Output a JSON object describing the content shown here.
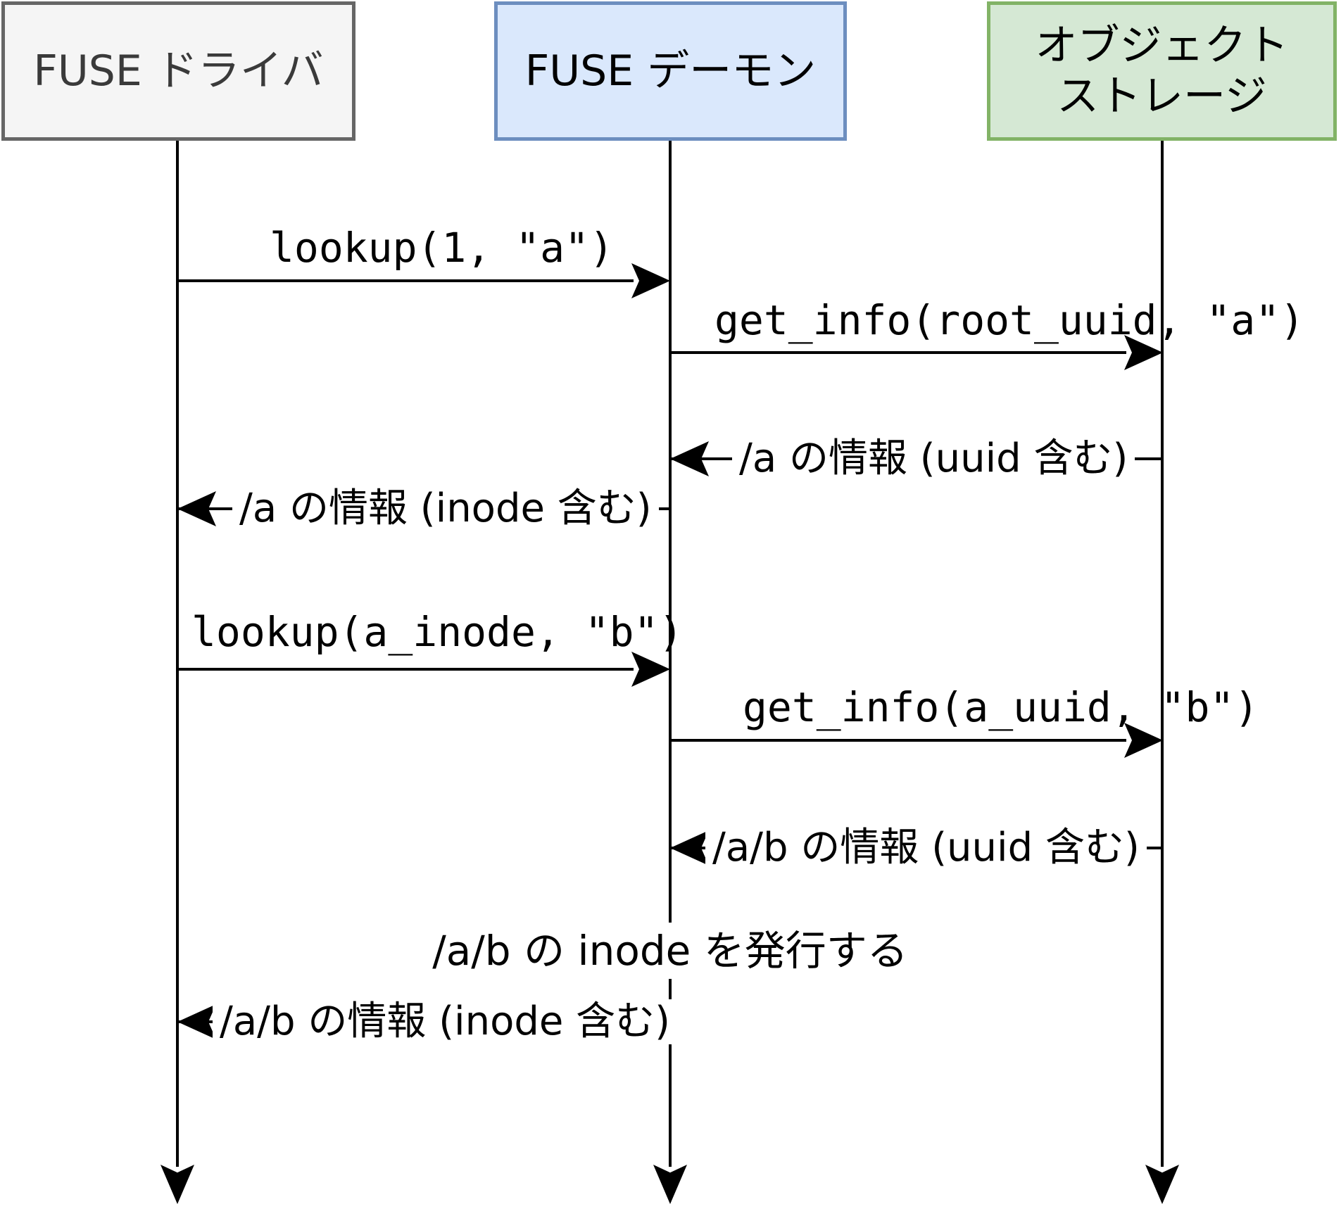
{
  "diagram": {
    "type": "sequence-diagram",
    "actors": [
      {
        "id": "fuse-driver",
        "label": "FUSE ドライバ",
        "fill": "#f5f5f5",
        "border": "#666666",
        "text_color": "#3a3a3a"
      },
      {
        "id": "fuse-daemon",
        "label": "FUSE デーモン",
        "fill": "#dae8fc",
        "border": "#6c8ebf",
        "text_color": "#000000"
      },
      {
        "id": "object-storage",
        "label": "オブジェクト\nストレージ",
        "fill": "#d5e8d4",
        "border": "#82b366",
        "text_color": "#000000"
      }
    ],
    "messages": [
      {
        "label": "lookup(1, \"a\")",
        "from": "fuse-driver",
        "to": "fuse-daemon",
        "kind": "call"
      },
      {
        "label": "get_info(root_uuid, \"a\")",
        "from": "fuse-daemon",
        "to": "object-storage",
        "kind": "call"
      },
      {
        "label": "/a の情報 (uuid 含む)",
        "from": "object-storage",
        "to": "fuse-daemon",
        "kind": "return"
      },
      {
        "label": "/a の情報 (inode 含む)",
        "from": "fuse-daemon",
        "to": "fuse-driver",
        "kind": "return"
      },
      {
        "label": "lookup(a_inode, \"b\")",
        "from": "fuse-driver",
        "to": "fuse-daemon",
        "kind": "call"
      },
      {
        "label": "get_info(a_uuid, \"b\")",
        "from": "fuse-daemon",
        "to": "object-storage",
        "kind": "call"
      },
      {
        "label": "/a/b の情報 (uuid 含む)",
        "from": "object-storage",
        "to": "fuse-daemon",
        "kind": "return"
      },
      {
        "label": "/a/b の情報 (inode 含む)",
        "from": "fuse-daemon",
        "to": "fuse-driver",
        "kind": "return"
      }
    ],
    "note": {
      "label": "/a/b の inode を発行する",
      "over": "fuse-daemon"
    },
    "line_color": "#000000",
    "background": "#ffffff"
  }
}
